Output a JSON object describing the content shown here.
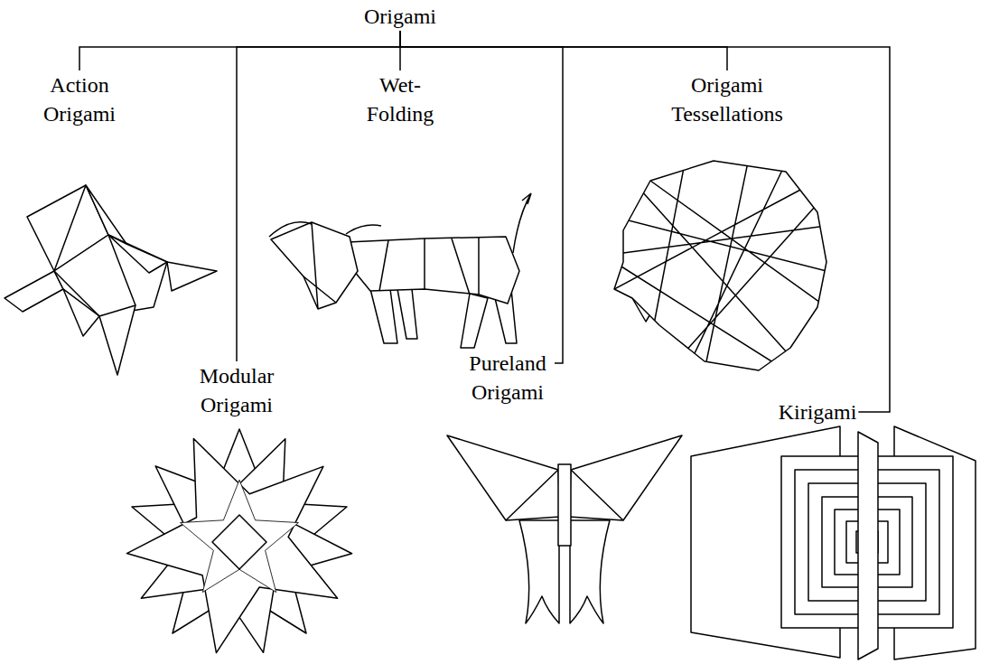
{
  "diagram": {
    "nodes": [
      {
        "text": [
          "Origami"
        ]
      },
      {
        "text": [
          "Action Origami"
        ]
      },
      {
        "text": [
          "Modular Origami"
        ]
      },
      {
        "text": [
          "Wet- Folding"
        ]
      },
      {
        "text": [
          "Pureland Origami"
        ]
      },
      {
        "text": [
          "Origami Tessellations"
        ]
      },
      {
        "text": [
          "Kirigami"
        ]
      }
    ],
    "edges": [
      {
        "from": 0,
        "to": 1,
        "arrow": "none"
      },
      {
        "from": 0,
        "to": 2,
        "arrow": "none"
      },
      {
        "from": 0,
        "to": 3,
        "arrow": "none"
      },
      {
        "from": 0,
        "to": 4,
        "arrow": "none"
      },
      {
        "from": 0,
        "to": 5,
        "arrow": "none"
      },
      {
        "from": 0,
        "to": 6,
        "arrow": "none"
      }
    ]
  }
}
